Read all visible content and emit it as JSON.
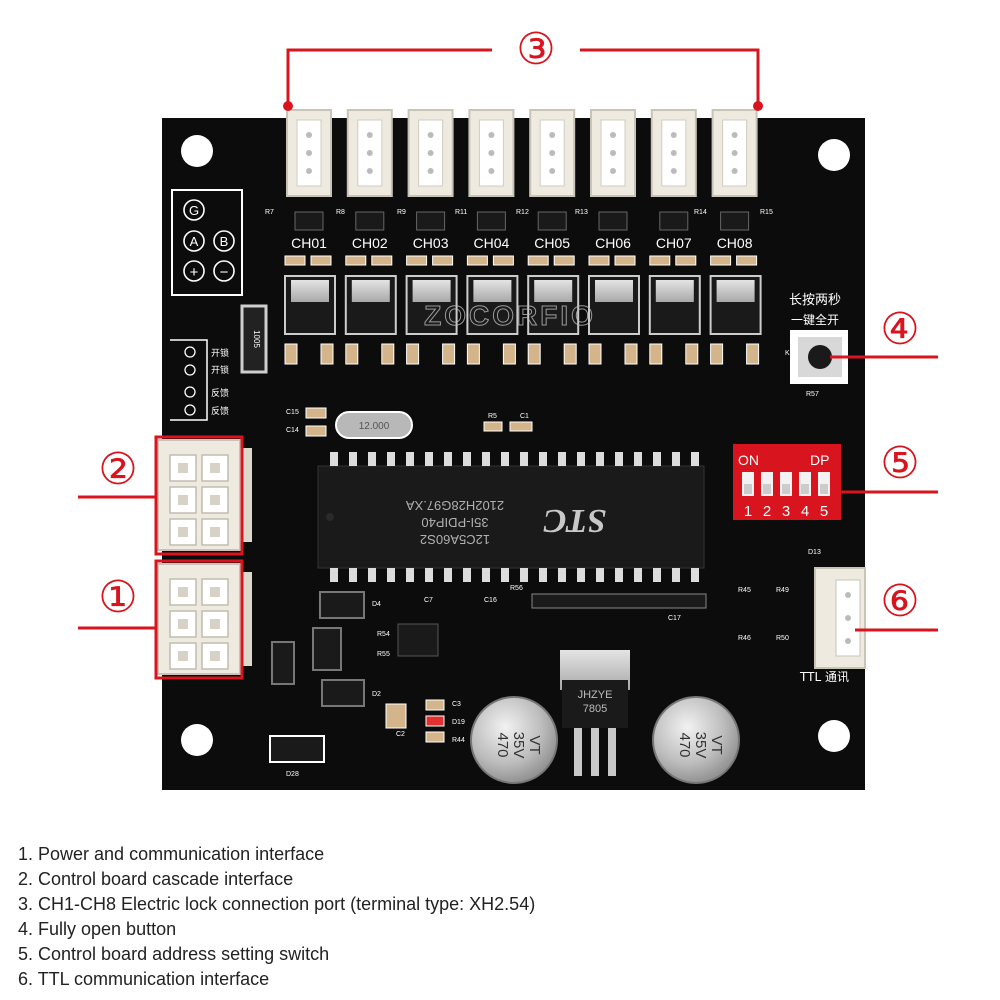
{
  "callouts": [
    "③",
    "②",
    "①",
    "④",
    "⑤",
    "⑥"
  ],
  "board": {
    "power_terminals": [
      "G",
      "A",
      "B",
      "+",
      "−"
    ],
    "lock_labels": [
      "开锁",
      "开锁",
      "反馈",
      "反馈"
    ],
    "channels": [
      "CH01",
      "CH02",
      "CH03",
      "CH04",
      "CH05",
      "CH06",
      "CH07",
      "CH08"
    ],
    "brand_watermark": "ZOCORFIO",
    "button_label_line1": "长按两秒",
    "button_label_line2": "一键全开",
    "dip_label_on": "ON",
    "dip_label_dp": "DP",
    "dip_numbers": [
      "1",
      "2",
      "3",
      "4",
      "5"
    ],
    "chip_brand": "STC",
    "chip_text_lines": [
      "12C5A60S2",
      "35I-PDIP40",
      "2102H28G97.XA"
    ],
    "crystal_text": "12.000",
    "ttl_label": "TTL  通讯",
    "regulator_text": [
      "JHZYE",
      "7805"
    ],
    "capacitor_text": [
      "470",
      "35V",
      "VT"
    ],
    "small_labels": [
      "R7",
      "R8",
      "R9",
      "R11",
      "R12",
      "R13",
      "R14",
      "R15",
      "C15",
      "C14",
      "R5",
      "C1",
      "R56",
      "C16",
      "C7",
      "D4",
      "R54",
      "R55",
      "D2",
      "C3",
      "D19",
      "R44",
      "C2",
      "D28",
      "R45",
      "R46",
      "R49",
      "R50",
      "R57",
      "C17",
      "D13",
      "K1"
    ]
  },
  "legend": [
    "1. Power and communication interface",
    "2. Control board cascade interface",
    "3. CH1-CH8 Electric lock connection port (terminal type: XH2.54)",
    "4. Fully open button",
    "5. Control board address setting switch",
    "6. TTL communication interface"
  ],
  "colors": {
    "pcb": "#0c0c0c",
    "callout_red": "#d8141e",
    "connector": "#eeeae0",
    "dip_red": "#d8141e",
    "chip": "#1a1a1a"
  }
}
